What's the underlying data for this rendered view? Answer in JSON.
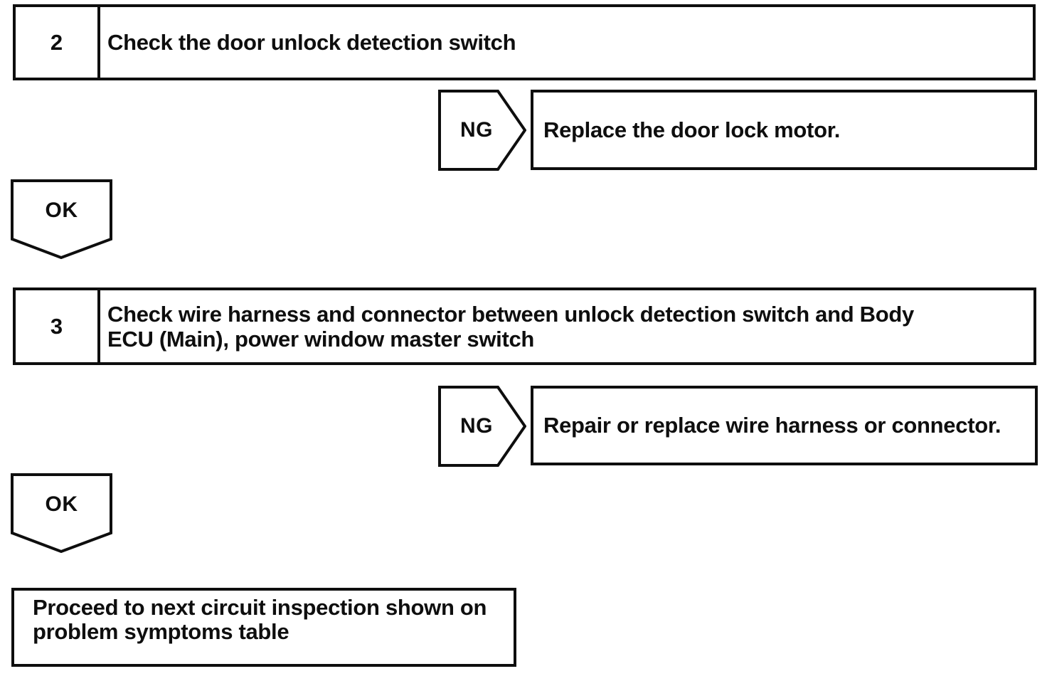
{
  "colors": {
    "ink": "#0e0e0e",
    "background": "#ffffff"
  },
  "flowchart": {
    "steps": [
      {
        "number": "2",
        "instruction": "Check the door unlock detection switch"
      },
      {
        "number": "3",
        "instruction": "Check wire harness and connector between unlock detection switch and Body\nECU (Main), power window master switch"
      }
    ],
    "branches": [
      {
        "condition": "NG",
        "action": "Replace the door lock motor."
      },
      {
        "condition": "NG",
        "action": "Repair or replace wire harness or connector."
      }
    ],
    "ok_labels": [
      "OK",
      "OK"
    ],
    "terminal_action": "Proceed to next circuit inspection shown on\nproblem symptoms table"
  }
}
